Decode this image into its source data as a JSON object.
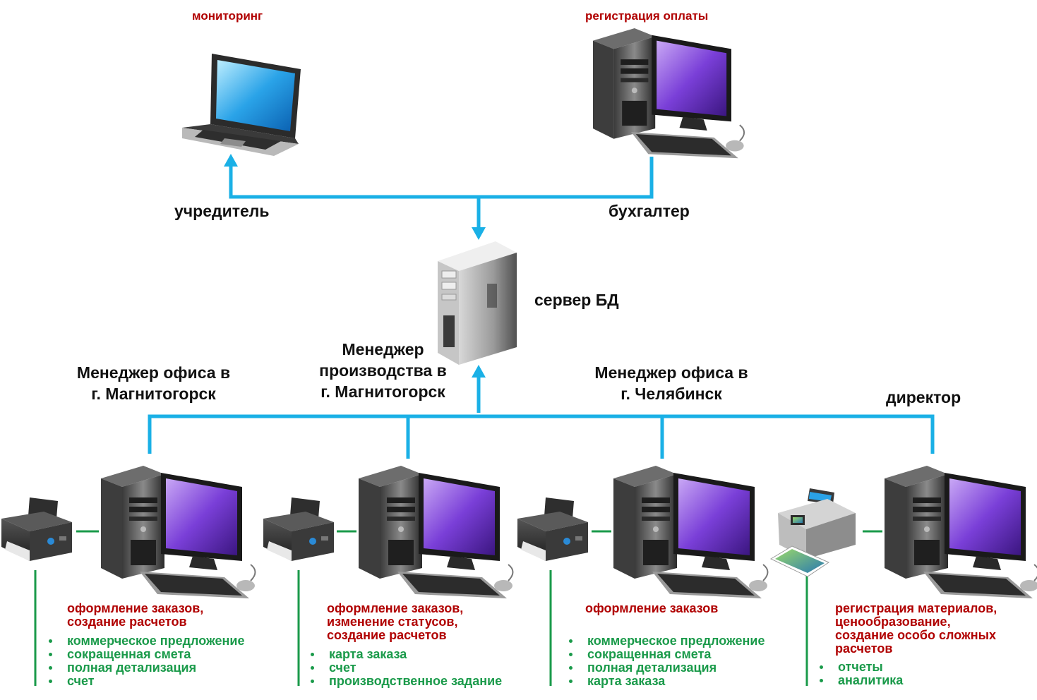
{
  "top": {
    "founder": {
      "caption": "мониторинг",
      "role": "учредитель",
      "device_icon": "laptop-icon"
    },
    "accountant": {
      "caption": "регистрация оплаты",
      "role": "бухгалтер",
      "device_icon": "desktop-computer-icon"
    }
  },
  "server": {
    "label": "сервер БД",
    "device_icon": "server-tower-icon"
  },
  "workstations": [
    {
      "role_line1": "Менеджер офиса в",
      "role_line2": "г. Магнитогорск",
      "functions": [
        "оформление заказов,",
        "создание расчетов"
      ],
      "outputs": [
        "коммерческое предложение",
        "сокращенная смета",
        "полная детализация",
        "счет"
      ],
      "printer_icon": "printer-icon"
    },
    {
      "role_line1": "Менеджер",
      "role_line2": "производства в",
      "role_line3": "г. Магнитогорск",
      "functions": [
        "оформление заказов,",
        "изменение статусов,",
        "создание расчетов"
      ],
      "outputs": [
        "карта заказа",
        "счет",
        "производственное задание"
      ],
      "printer_icon": "printer-icon"
    },
    {
      "role_line1": "Менеджер офиса в",
      "role_line2": "г. Челябинск",
      "functions": [
        "оформление заказов"
      ],
      "outputs": [
        "коммерческое предложение",
        "сокращенная смета",
        "полная детализация",
        "карта заказа"
      ],
      "printer_icon": "printer-icon"
    },
    {
      "role_line1": "директор",
      "functions": [
        "регистрация материалов,",
        "ценообразование,",
        "создание особо сложных",
        "расчетов"
      ],
      "outputs": [
        "отчеты",
        "аналитика"
      ],
      "printer_icon": "photo-printer-icon"
    }
  ],
  "colors": {
    "network_line": "#1ab0e6",
    "printer_link": "#1a9a4a",
    "function_text": "#b00000",
    "output_text": "#1a9a4a"
  }
}
